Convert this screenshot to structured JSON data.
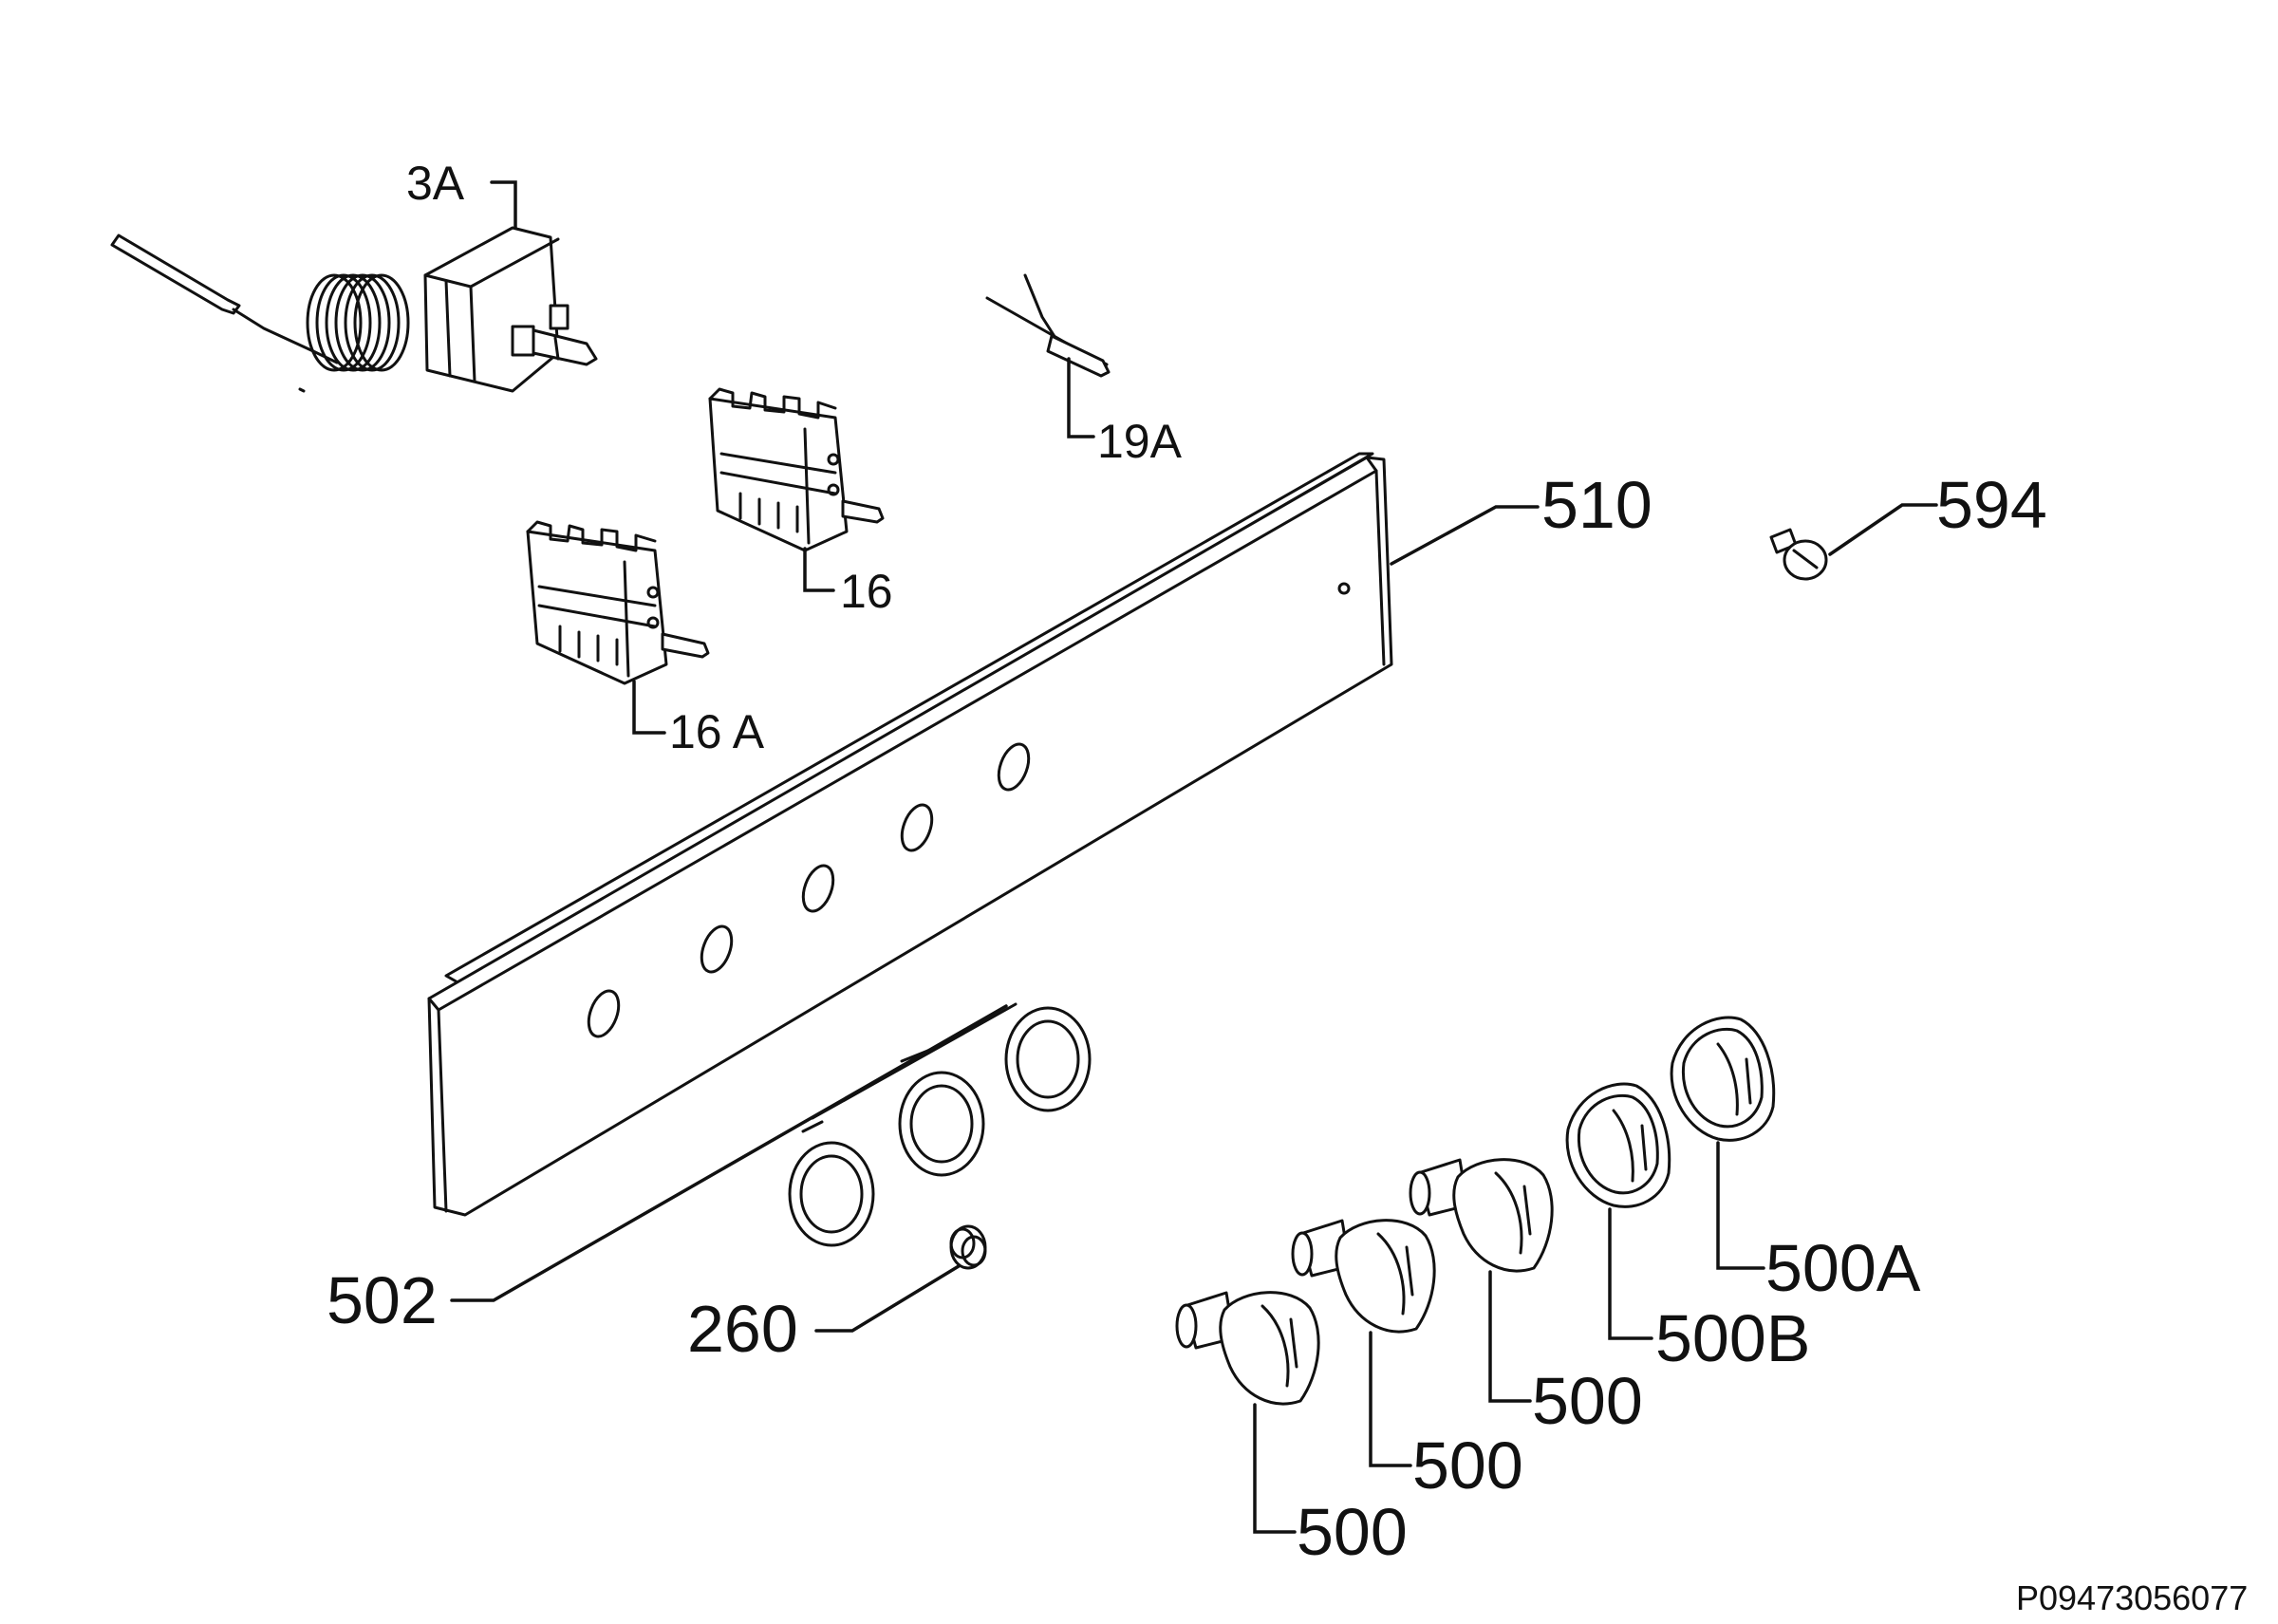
{
  "labels": {
    "thermostat": "3A",
    "wire_sensor": "19A",
    "selector_switch": "16",
    "selector_switch_a": "16 A",
    "control_panel": "510",
    "screw": "594",
    "bezels": "502",
    "spring": "260",
    "knob_1": "500",
    "knob_2": "500",
    "knob_3": "500",
    "knob_b": "500B",
    "knob_a": "500A"
  },
  "reference_code": "P09473056077"
}
